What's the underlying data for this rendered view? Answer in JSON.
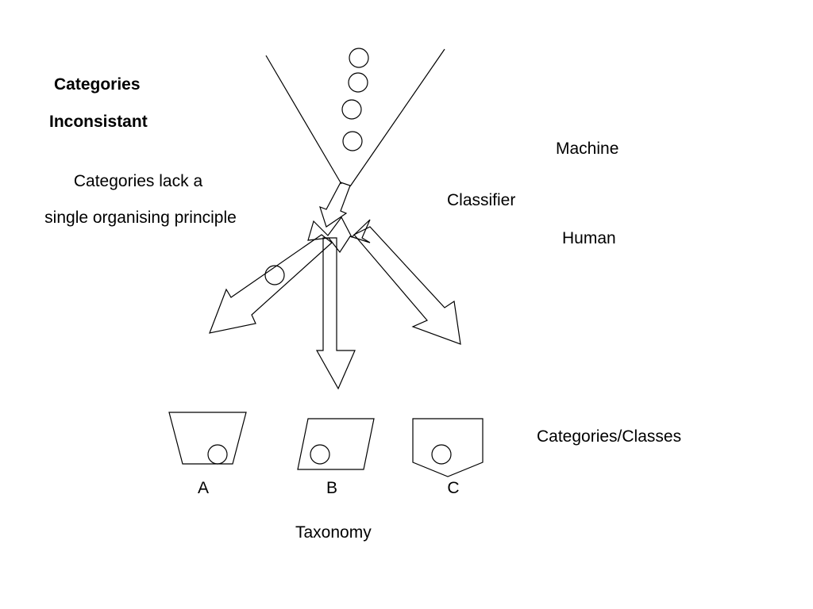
{
  "heading": {
    "line1": "Categories",
    "line2": "Inconsistant"
  },
  "note": {
    "line1": "Categories lack a",
    "line2": "single organising principle"
  },
  "classifier": {
    "label": "Classifier",
    "machine": "Machine",
    "human": "Human"
  },
  "categories_label": "Categories/Classes",
  "bins": [
    {
      "label": "A",
      "shape": "trapezoid"
    },
    {
      "label": "B",
      "shape": "parallelogram"
    },
    {
      "label": "C",
      "shape": "pentagon"
    }
  ],
  "taxonomy_label": "Taxonomy",
  "colors": {
    "stroke": "#000000",
    "background": "#ffffff"
  }
}
